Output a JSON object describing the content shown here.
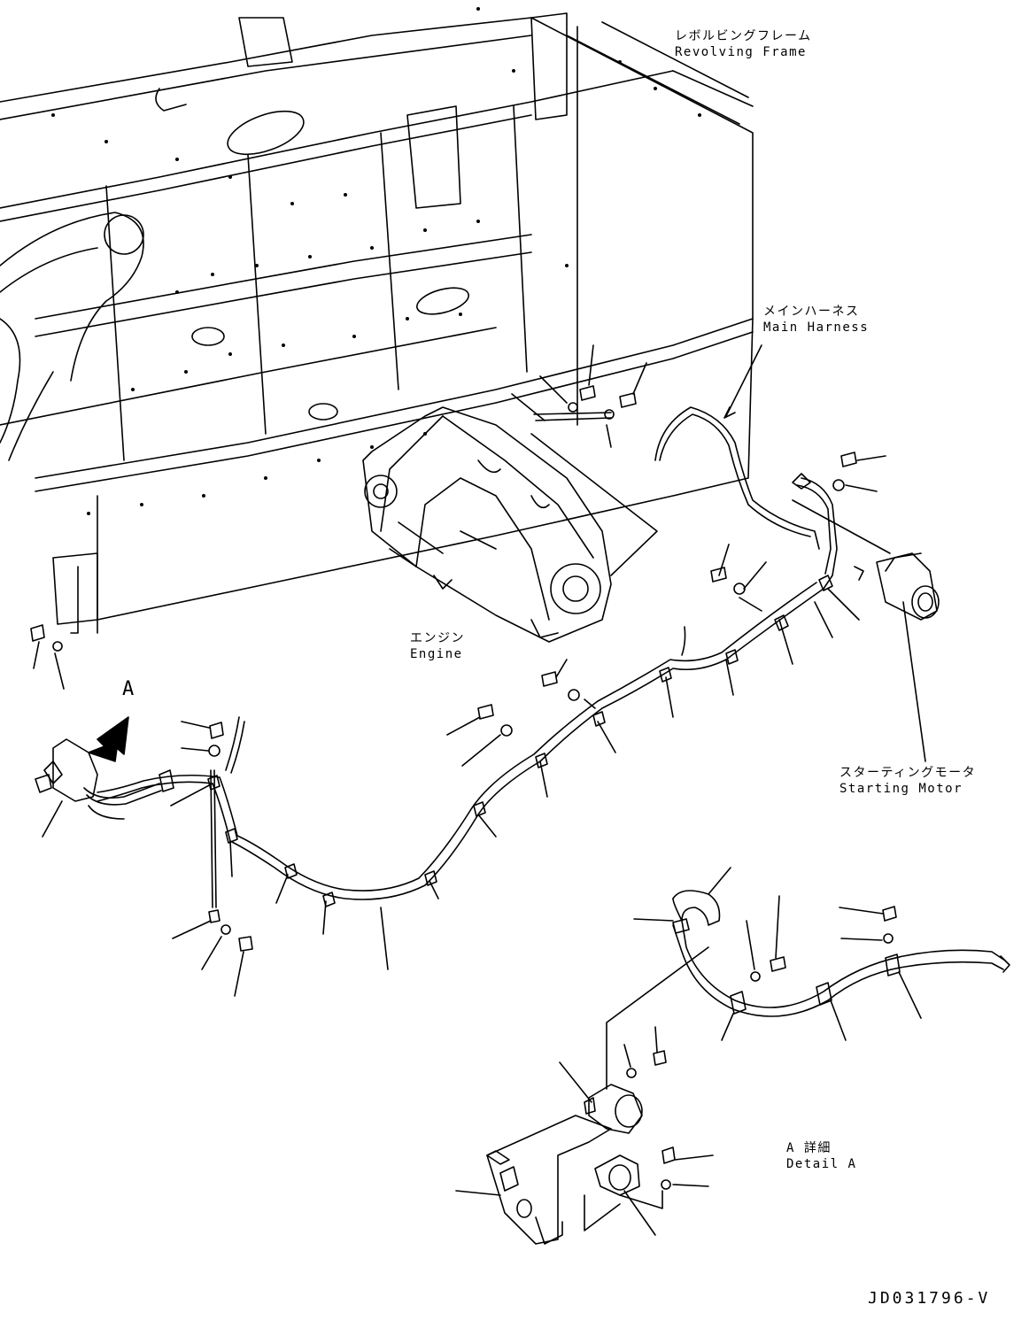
{
  "labels": {
    "revolving_frame": {
      "jp": "レボルビングフレーム",
      "en": "Revolving Frame"
    },
    "main_harness": {
      "jp": "メインハーネス",
      "en": "Main Harness"
    },
    "engine": {
      "jp": "エンジン",
      "en": "Engine"
    },
    "starting_motor": {
      "jp": "スターティングモータ",
      "en": "Starting Motor"
    },
    "detail_a": {
      "jp": "A 詳細",
      "en": "Detail A"
    },
    "view_marker": "A"
  },
  "drawing_number": "JD031796-V"
}
